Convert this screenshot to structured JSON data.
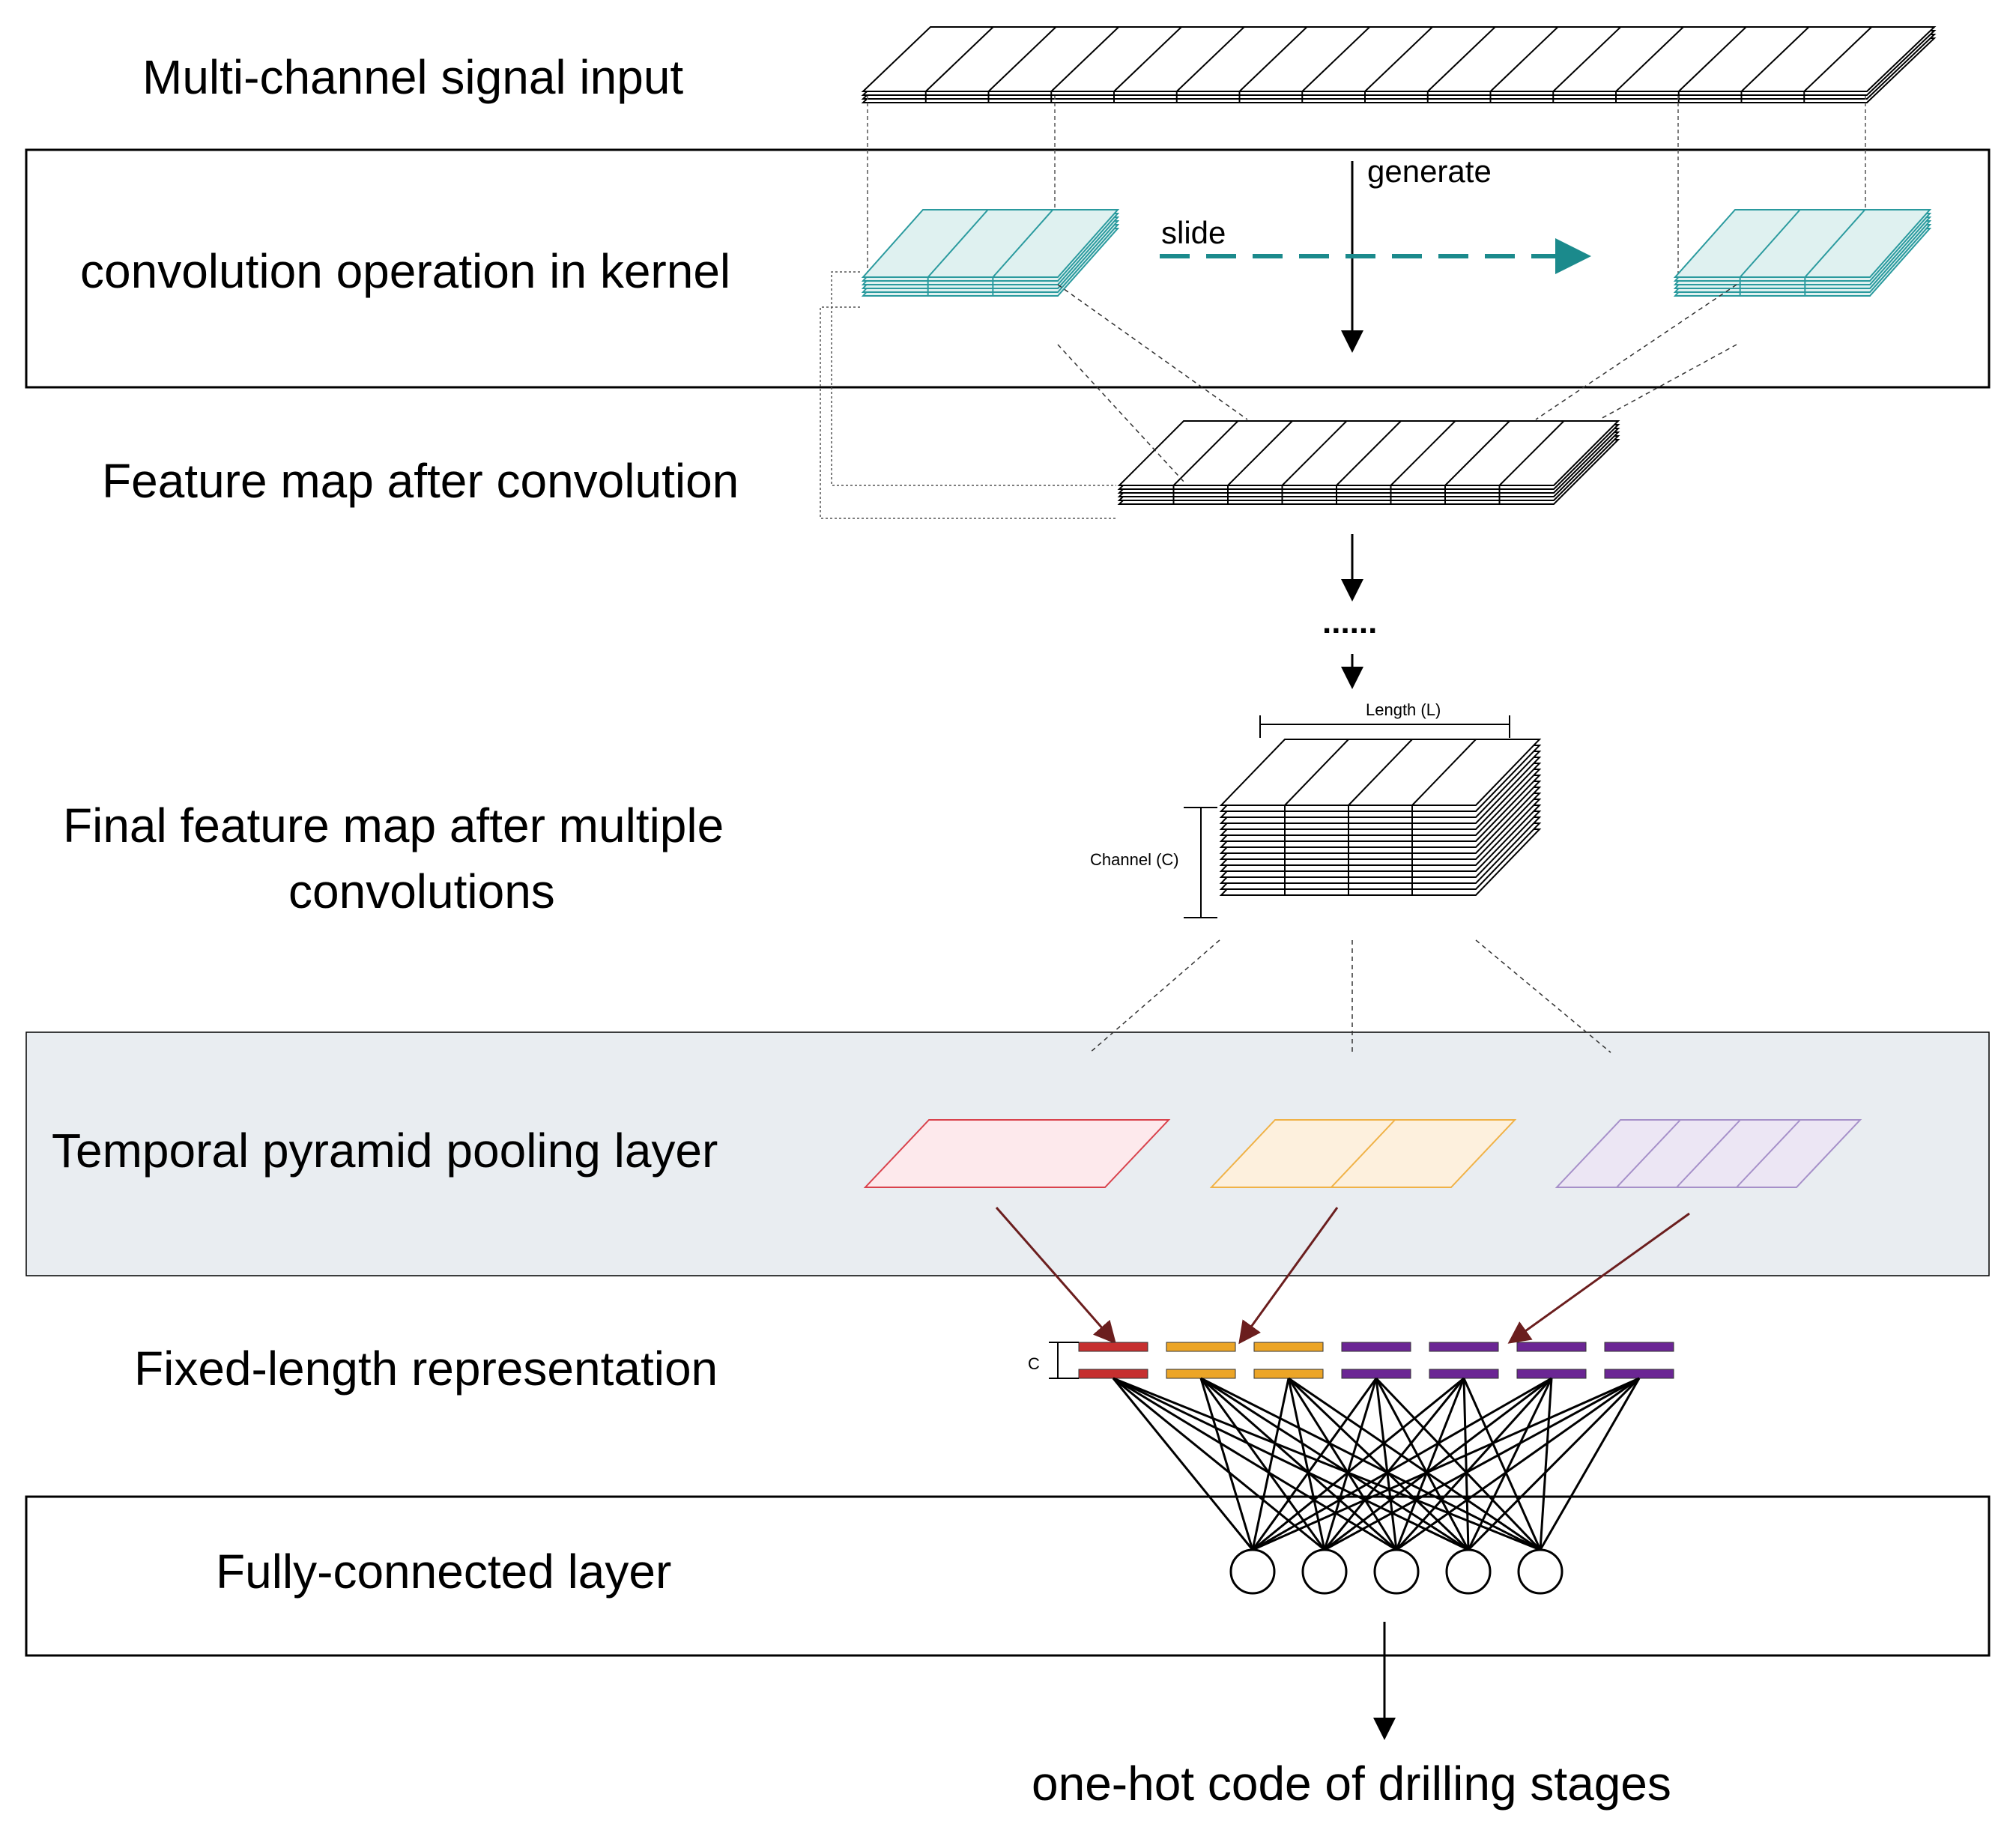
{
  "labels": {
    "input": "Multi-channel signal input",
    "kernel": "convolution operation in kernel",
    "feature_map": "Feature map after convolution",
    "final_map_line1": "Final feature map after multiple",
    "final_map_line2": "convolutions",
    "tpp": "Temporal pyramid pooling layer",
    "fixed_length": "Fixed-length representation",
    "fc": "Fully-connected layer",
    "output": "one-hot code of drilling stages"
  },
  "annotations": {
    "generate": "generate",
    "slide": "slide",
    "ellipsis": "......",
    "length": "Length (L)",
    "channel": "Channel (C)",
    "c": "C"
  },
  "colors": {
    "kernel_fill": "#dff1f0",
    "kernel_stroke": "#2a9a9e",
    "slide_arrow": "#1b8a8c",
    "tpp_band": "#e9edf1",
    "pool_red_fill": "#fde9ec",
    "pool_red_stroke": "#d9424c",
    "pool_orange_fill": "#fdf0dd",
    "pool_orange_stroke": "#f0b247",
    "pool_purple_fill": "#ece6f4",
    "pool_purple_stroke": "#a690c9",
    "bin_red": "#c62f2f",
    "bin_orange": "#eca527",
    "bin_purple": "#6b2694",
    "pool_arrow": "#6b1e1e"
  },
  "pyramid_bins": [
    1,
    2,
    4
  ],
  "output_neurons": 5
}
